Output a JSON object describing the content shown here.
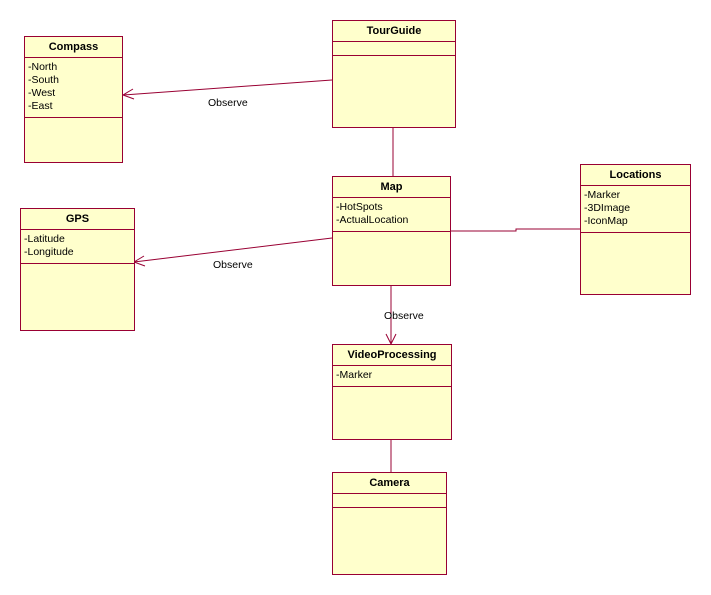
{
  "classes": {
    "tourguide": {
      "name": "TourGuide",
      "attributes": []
    },
    "compass": {
      "name": "Compass",
      "attributes": [
        "-North",
        "-South",
        "-West",
        "-East"
      ]
    },
    "map": {
      "name": "Map",
      "attributes": [
        "-HotSpots",
        "-ActualLocation"
      ]
    },
    "locations": {
      "name": "Locations",
      "attributes": [
        "-Marker",
        "-3DImage",
        "-IconMap"
      ]
    },
    "gps": {
      "name": "GPS",
      "attributes": [
        "-Latitude",
        "-Longitude"
      ]
    },
    "videoprocessing": {
      "name": "VideoProcessing",
      "attributes": [
        "-Marker"
      ]
    },
    "camera": {
      "name": "Camera",
      "attributes": []
    }
  },
  "relations": {
    "tourguide_compass": {
      "label": "Observe"
    },
    "map_gps": {
      "label": "Observe"
    },
    "map_videoprocessing": {
      "label": "Observe"
    }
  },
  "colors": {
    "fill": "#ffffcc",
    "stroke": "#990033"
  }
}
